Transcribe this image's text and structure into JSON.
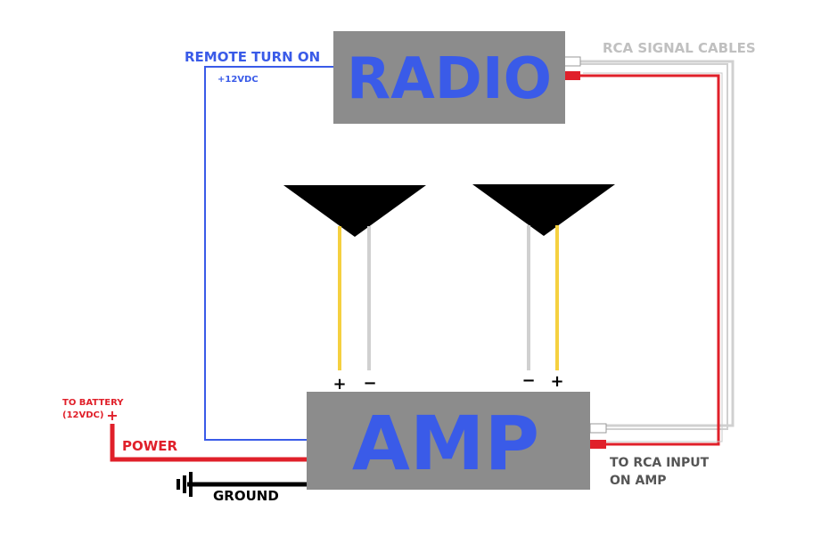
{
  "radio": {
    "label": "RADIO"
  },
  "amp": {
    "label": "AMP"
  },
  "remote": {
    "title": "REMOTE TURN ON",
    "voltage": "+12VDC"
  },
  "rca": {
    "title": "RCA SIGNAL CABLES",
    "input_line1": "TO RCA INPUT",
    "input_line2": "ON AMP"
  },
  "battery": {
    "line1": "TO BATTERY",
    "line2": "(12VDC)",
    "plus": "+"
  },
  "power": {
    "label": "POWER"
  },
  "ground": {
    "label": "GROUND"
  },
  "speaker_left": {
    "plus": "+",
    "minus": "−"
  },
  "speaker_right": {
    "minus": "−",
    "plus": "+"
  },
  "colors": {
    "box": "#8c8c8c",
    "title_blue": "#3a5be8",
    "power_red": "#e0202a",
    "rca_grey": "#c8c8c8",
    "speaker_yellow": "#f5d040",
    "ground_black": "#000000"
  }
}
